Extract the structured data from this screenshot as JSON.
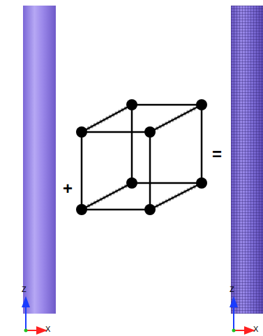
{
  "diagram": {
    "labels": [
      "+",
      "=",
      "Z",
      "X",
      "Z",
      "X"
    ]
  }
}
